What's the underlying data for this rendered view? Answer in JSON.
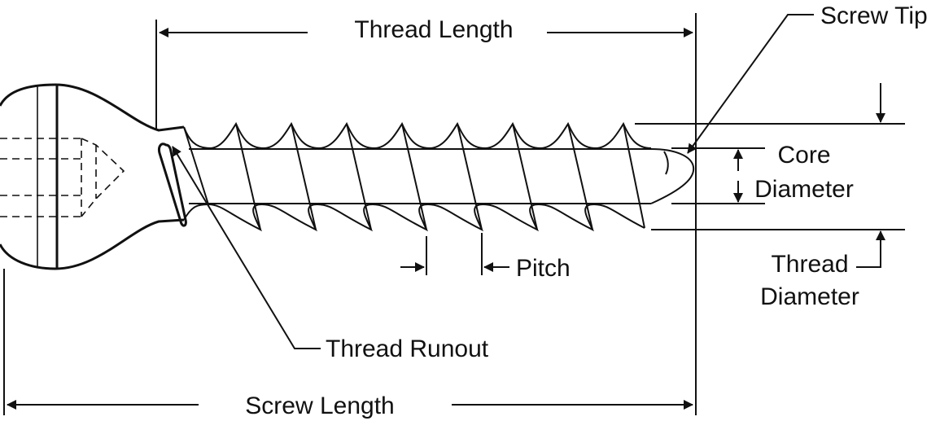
{
  "labels": {
    "thread_length": "Thread Length",
    "screw_tip": "Screw Tip",
    "core": "Core",
    "diameter_core": "Diameter",
    "pitch": "Pitch",
    "thread": "Thread",
    "diameter_thread": "Diameter",
    "thread_runout": "Thread Runout",
    "screw_length": "Screw Length"
  }
}
